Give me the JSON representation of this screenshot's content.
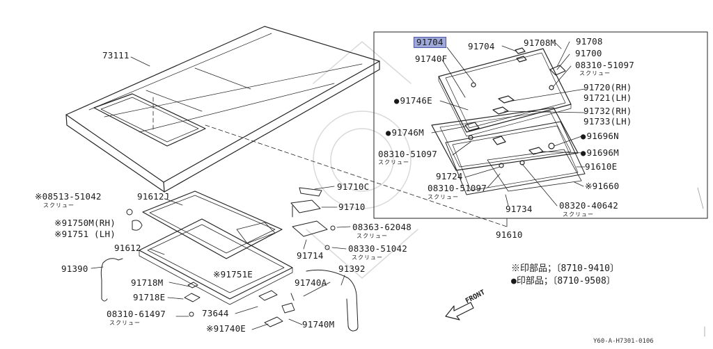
{
  "labels": {
    "l73111": "73111",
    "l91704_hl": "91704",
    "l91704": "91704",
    "l91708M": "91708M",
    "l91708": "91708",
    "l91700": "91700",
    "l91740F": "91740F",
    "l08310_51097_a": "08310-51097",
    "l91720": "91720(RH)",
    "l91721": "91721(LH)",
    "l91746E": "91746E",
    "l91732": "91732(RH)",
    "l91733": "91733(LH)",
    "l91746M": "91746M",
    "l91696N": "91696N",
    "l08310_51097_b": "08310-51097",
    "l91696M": "91696M",
    "l91610E": "91610E",
    "l91724": "91724",
    "l08310_51097_c": "08310-51097",
    "l91660": "※91660",
    "l08320_40642": "08320-40642",
    "l91734": "91734",
    "l91610": "91610",
    "l08513_51042": "※08513-51042",
    "l91612J": "91612J",
    "l91710C": "91710C",
    "l91710": "91710",
    "l91750M": "※91750M(RH)",
    "l91751": "※91751 (LH)",
    "l08363_62048": "08363-62048",
    "l91612": "91612",
    "l91714": "91714",
    "l08330_51042": "08330-51042",
    "l91390": "91390",
    "l91751E": "※91751E",
    "l91392": "91392",
    "l91718M": "91718M",
    "l91740A": "91740A",
    "l91718E": "91718E",
    "l08310_61497": "08310-61497",
    "l73644": "73644",
    "l91740E": "※91740E",
    "l91740M": "91740M"
  },
  "subs": {
    "s_a": "スクリュー",
    "s_b": "スクリュー",
    "s_c": "スクリュー",
    "s_d": "スクリュー",
    "s_e": "スクリュー",
    "s_f": "スクリュー",
    "s_g": "スクリュー",
    "s_h": "スクリュー"
  },
  "legend": {
    "line1": "※印部品；〔8710-9410〕",
    "line2": "●印部品；〔8710-9508〕"
  },
  "front_label": "FRONT",
  "figure_code": "Y60-A-H7301-0106"
}
